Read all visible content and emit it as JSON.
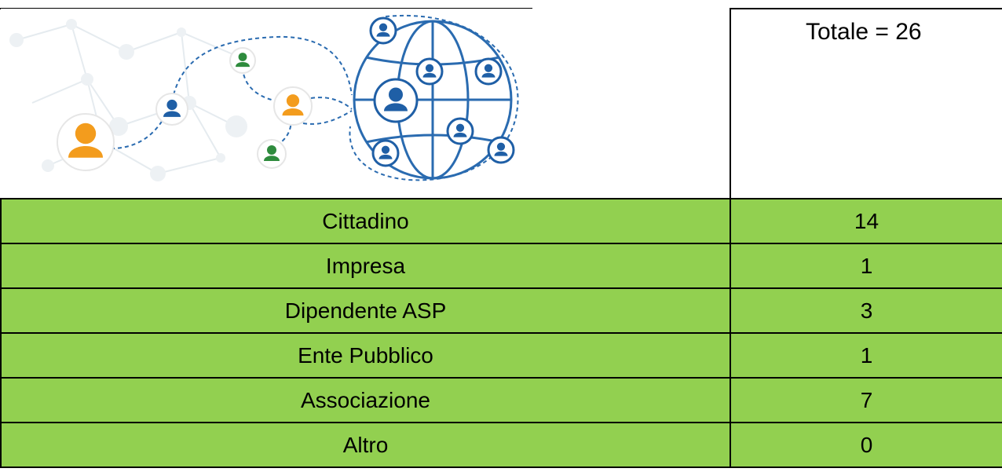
{
  "header": {
    "total_text": "Totale = 26",
    "image_icon": "people-network-globe-illustration"
  },
  "rows": [
    {
      "label": "Cittadino",
      "value": "14"
    },
    {
      "label": "Impresa",
      "value": "1"
    },
    {
      "label": "Dipendente ASP",
      "value": "3"
    },
    {
      "label": "Ente Pubblico",
      "value": "1"
    },
    {
      "label": "Associazione",
      "value": "7"
    },
    {
      "label": "Altro",
      "value": "0"
    }
  ],
  "colors": {
    "row_fill": "#92d050",
    "border": "#000000",
    "icon_orange": "#f39c1d",
    "icon_blue": "#1f5fa6",
    "icon_green": "#2e8b3d",
    "line_blue": "#2a6bb0"
  }
}
